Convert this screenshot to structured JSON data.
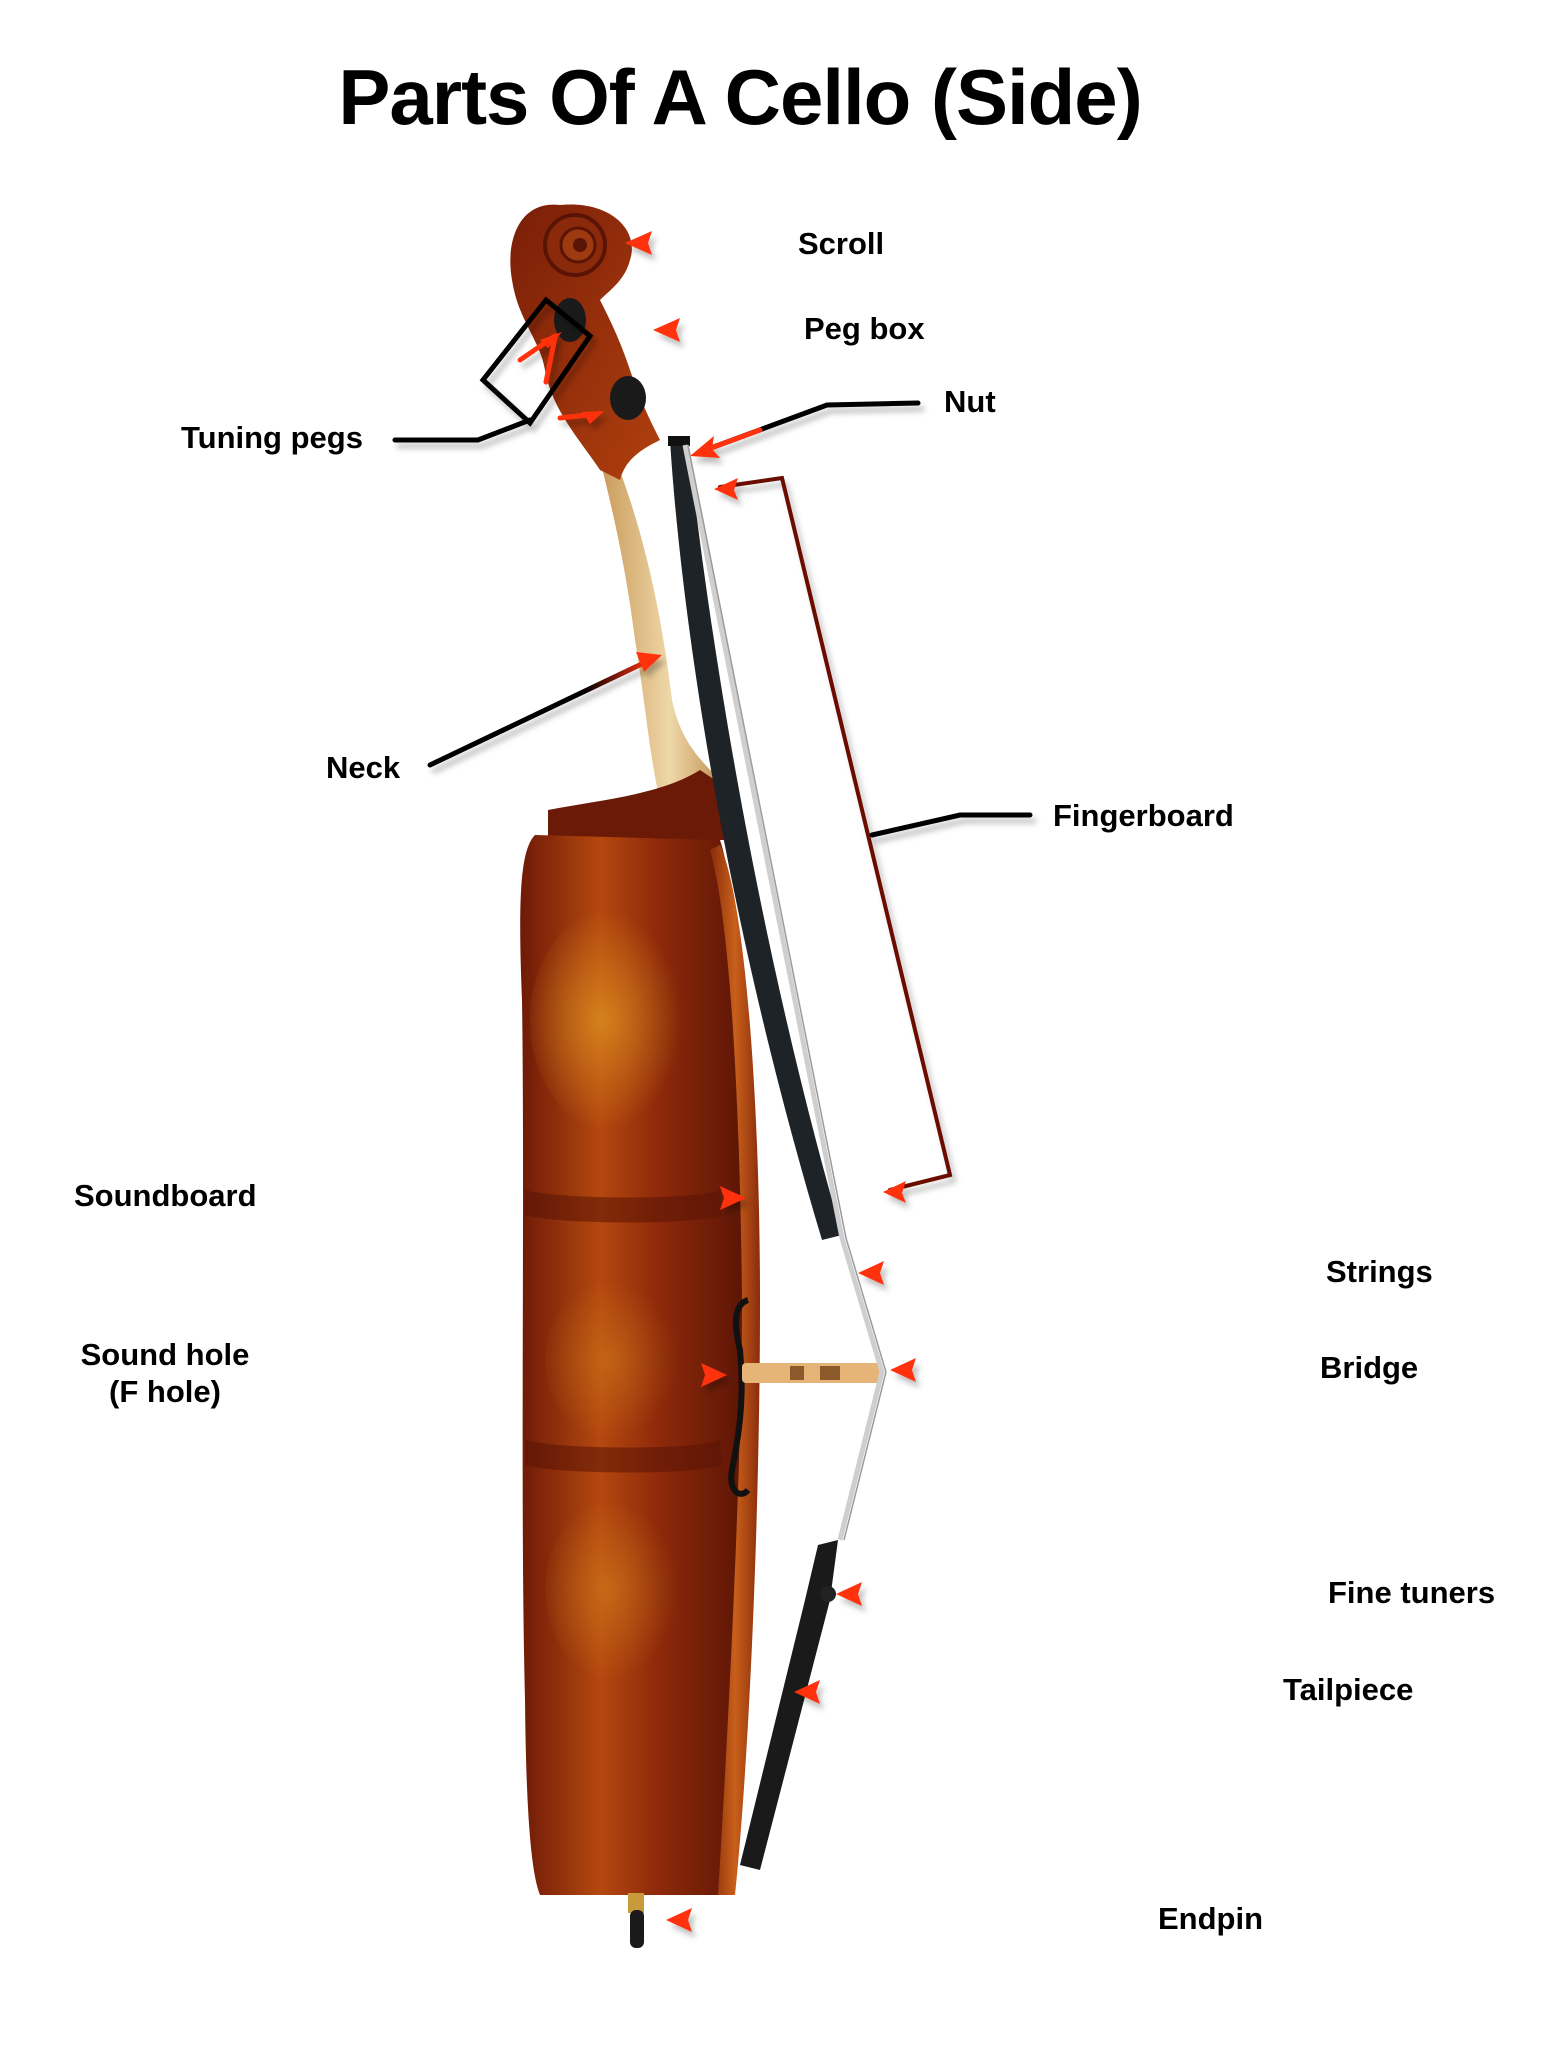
{
  "title": "Parts Of A Cello (Side)",
  "colors": {
    "arrow_red": "#ff3311",
    "leader_black": "#000000",
    "wood_dark": "#5a1406",
    "wood_mid": "#9a2e0c",
    "wood_light": "#d67a1c",
    "fingerboard": "#1e2328",
    "neck_maple": "#e2c48e"
  },
  "labels": {
    "scroll": "Scroll",
    "peg_box": "Peg box",
    "nut": "Nut",
    "tuning_pegs": "Tuning pegs",
    "neck": "Neck",
    "fingerboard": "Fingerboard",
    "soundboard": "Soundboard",
    "sound_hole_line1": "Sound hole",
    "sound_hole_line2": "(F hole)",
    "strings": "Strings",
    "bridge": "Bridge",
    "fine_tuners": "Fine tuners",
    "tailpiece": "Tailpiece",
    "endpin": "Endpin"
  }
}
